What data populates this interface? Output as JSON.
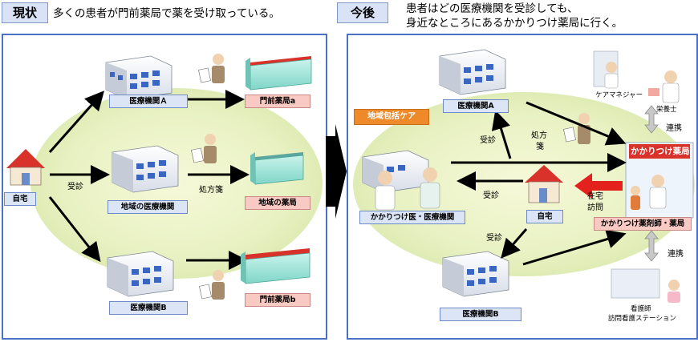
{
  "left": {
    "tag": "現状",
    "headline": "多くの患者が門前薬局で薬を受け取っている。",
    "home_label": "自宅",
    "consult_label": "受診",
    "prescription_label": "処方箋",
    "hospital_a": "医療機関Ａ",
    "hospital_local": "地域の医療機関",
    "hospital_b": "医療機関B",
    "pharmacy_a": "門前薬局a",
    "pharmacy_local": "地域の薬局",
    "pharmacy_b": "門前薬局b"
  },
  "right": {
    "tag": "今後",
    "headline_line1": "患者はどの医療機関を受診しても、",
    "headline_line2": "身近なところにあるかかりつけ薬局に行く。",
    "care_tag": "地域包括ケア",
    "hospital_a": "医療機関A",
    "family_doctor": "かかりつけ医・医療機関",
    "home_label": "自宅",
    "hospital_b": "医療機関B",
    "consult_1": "受診",
    "consult_2": "受診",
    "consult_3": "受診",
    "prescription_line1": "処方",
    "prescription_line2": "箋",
    "home_visit_line1": "在宅",
    "home_visit_line2": "訪問",
    "pharmacy_sign": "かかりつけ薬局",
    "pharmacist_label": "かかりつけ薬剤師・薬局",
    "care_manager": "ケアマネジャー",
    "dietitian": "栄養士",
    "link_1": "連携",
    "link_2": "連携",
    "nurse_line1": "看護師",
    "nurse_line2": "訪問看護ステーション"
  }
}
